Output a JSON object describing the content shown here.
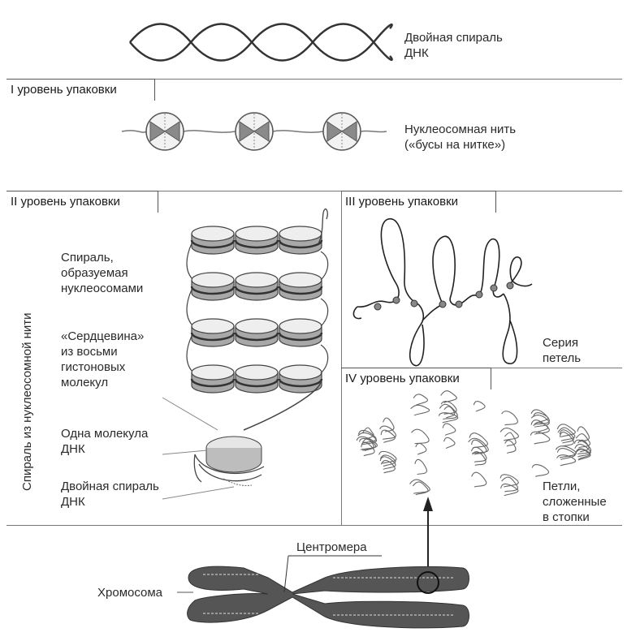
{
  "dna": {
    "label_line1": "Двойная спираль",
    "label_line2": "ДНК"
  },
  "level1": {
    "header": "I уровень упаковки",
    "label_line1": "Нуклеосомная нить",
    "label_line2": "(«бусы на нитке»)"
  },
  "level2": {
    "header": "II уровень упаковки",
    "side_label": "Спираль из нуклеосомной нити",
    "spiral_lines": [
      "Спираль,",
      "образуемая",
      "нуклеосомами"
    ],
    "core_lines": [
      "«Сердцевина»",
      "из восьми",
      "гистоновых",
      "молекул"
    ],
    "molecule_lines": [
      "Одна молекула",
      "ДНК"
    ],
    "dna_lines": [
      "Двойная спираль",
      "ДНК"
    ]
  },
  "level3": {
    "header": "III уровень упаковки",
    "label_lines": [
      "Серия",
      "петель"
    ]
  },
  "level4": {
    "header": "IV уровень упаковки",
    "label_lines": [
      "Петли,",
      "сложенные",
      "в стопки"
    ]
  },
  "chromosome": {
    "centromere_label": "Центромера",
    "chromosome_label": "Хромосома"
  },
  "colors": {
    "line": "#555555",
    "fill_dark": "#8a8a8a",
    "fill_light": "#d8d8d8"
  }
}
